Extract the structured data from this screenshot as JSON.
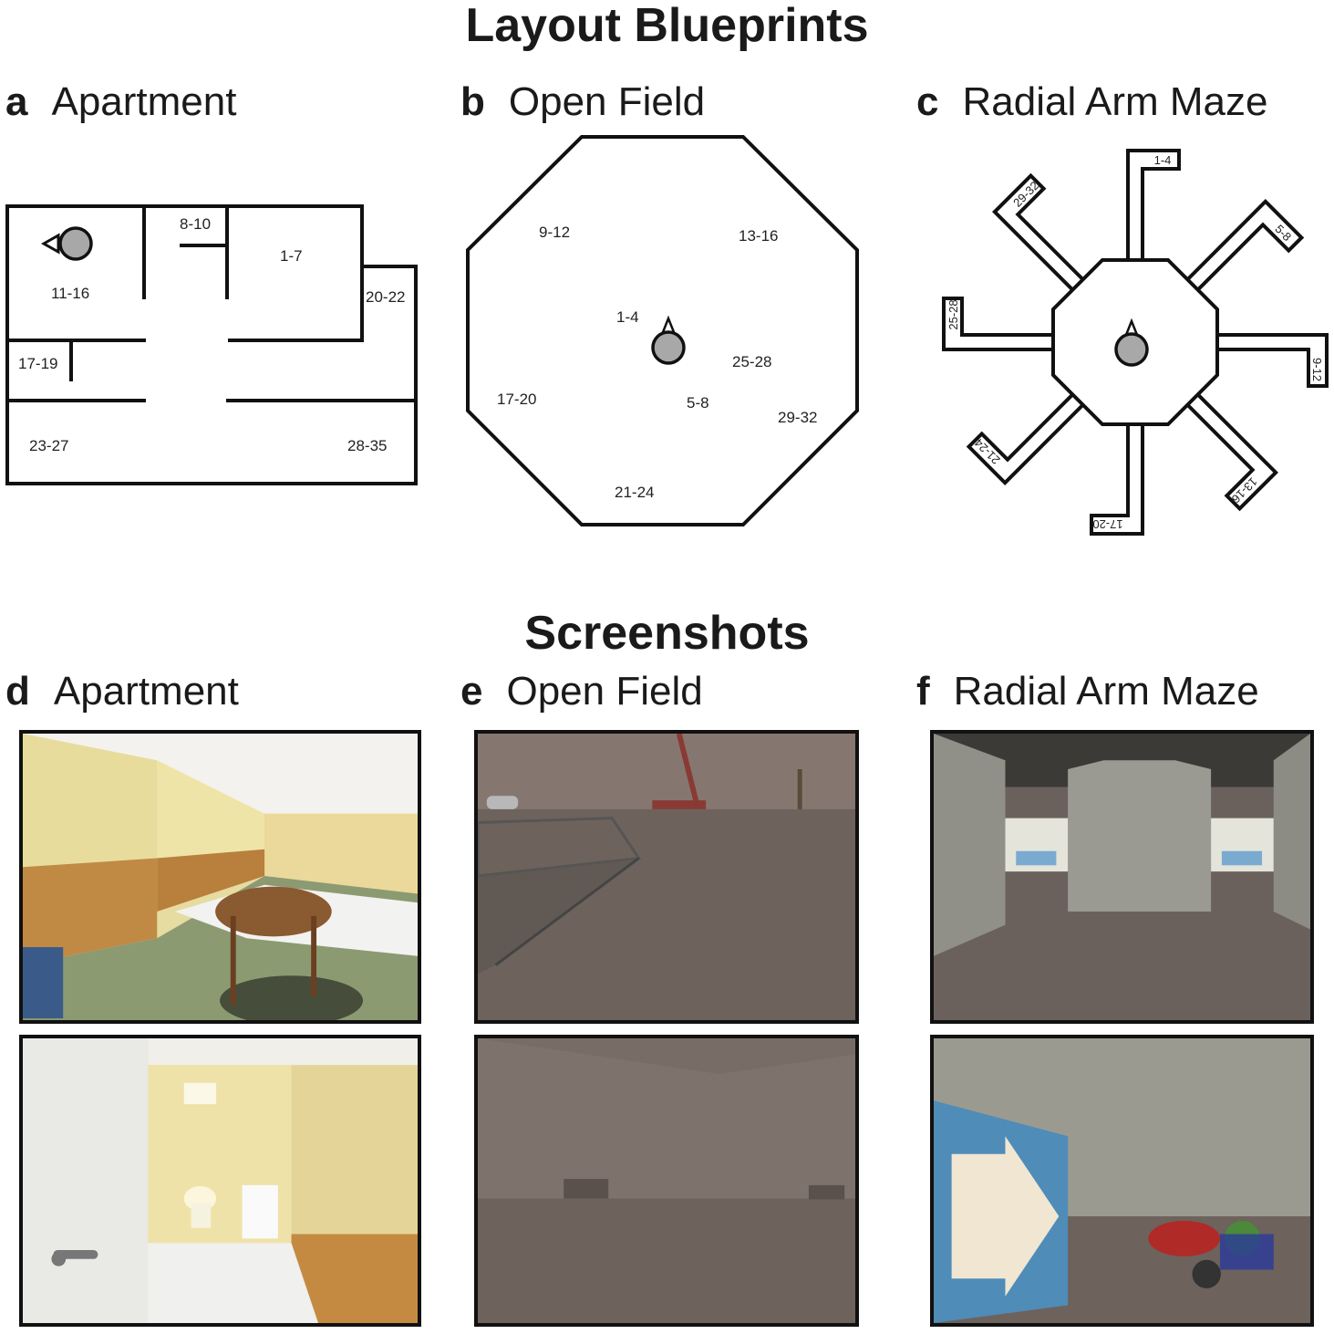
{
  "titles": {
    "blueprints": "Layout Blueprints",
    "screenshots": "Screenshots"
  },
  "panels": {
    "a": {
      "letter": "a",
      "name": "Apartment"
    },
    "b": {
      "letter": "b",
      "name": "Open Field"
    },
    "c": {
      "letter": "c",
      "name": "Radial Arm Maze"
    },
    "d": {
      "letter": "d",
      "name": "Apartment"
    },
    "e": {
      "letter": "e",
      "name": "Open Field"
    },
    "f": {
      "letter": "f",
      "name": "Radial Arm Maze"
    }
  },
  "apartment_rooms": [
    "11-16",
    "8-10",
    "1-7",
    "20-22",
    "17-19",
    "23-27",
    "28-35"
  ],
  "openfield_zones": [
    "9-12",
    "13-16",
    "1-4",
    "25-28",
    "17-20",
    "5-8",
    "29-32",
    "21-24"
  ],
  "maze_arms": [
    "1-4",
    "5-8",
    "9-12",
    "13-16",
    "17-20",
    "21-24",
    "25-28",
    "29-32"
  ],
  "colors": {
    "agent_marker": "#a8a8a8",
    "line": "#111111"
  }
}
